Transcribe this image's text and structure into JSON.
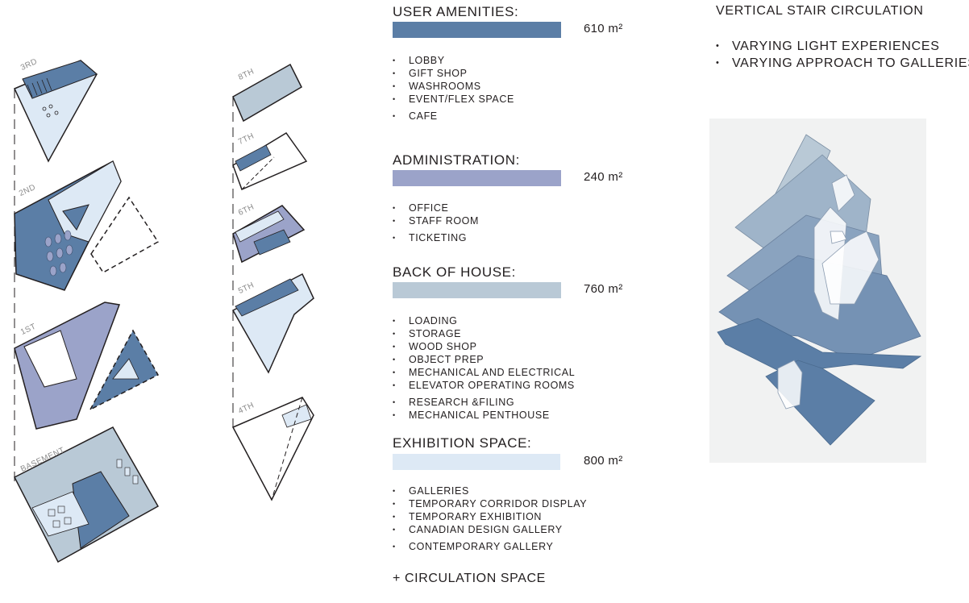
{
  "colors": {
    "amenities": "#5b7ea6",
    "administration": "#9ba3c9",
    "back_of_house": "#b9c9d6",
    "exhibition": "#dde9f5",
    "circulation_bg": "#f1f2f2"
  },
  "plans": {
    "left_column": [
      "3RD",
      "2ND",
      "1ST",
      "BASEMENT"
    ],
    "right_column": [
      "8TH",
      "7TH",
      "6TH",
      "5TH",
      "4TH"
    ]
  },
  "sections": [
    {
      "title": "USER AMENITIES:",
      "area": "610 m²",
      "items": [
        "LOBBY",
        "GIFT SHOP",
        "WASHROOMS",
        "EVENT/FLEX SPACE",
        "CAFE"
      ]
    },
    {
      "title": "ADMINISTRATION:",
      "area": "240 m²",
      "items": [
        "OFFICE",
        "STAFF ROOM",
        "TICKETING"
      ]
    },
    {
      "title": "BACK OF HOUSE:",
      "area": "760 m²",
      "items": [
        "LOADING",
        "STORAGE",
        "WOOD SHOP",
        "OBJECT PREP",
        "MECHANICAL AND ELECTRICAL",
        "ELEVATOR OPERATING ROOMS",
        "RESEARCH &FILING",
        "MECHANICAL PENTHOUSE"
      ]
    },
    {
      "title": "EXHIBITION SPACE:",
      "area": "800 m²",
      "items": [
        "GALLERIES",
        "TEMPORARY CORRIDOR DISPLAY",
        "TEMPORARY EXHIBITION",
        "CANADIAN DESIGN GALLERY",
        "CONTEMPORARY GALLERY"
      ]
    }
  ],
  "circulation_note": "+ CIRCULATION SPACE",
  "circulation": {
    "title": "VERTICAL STAIR CIRCULATION",
    "points": [
      "VARYING LIGHT EXPERIENCES",
      "VARYING APPROACH TO GALLERIES"
    ]
  }
}
